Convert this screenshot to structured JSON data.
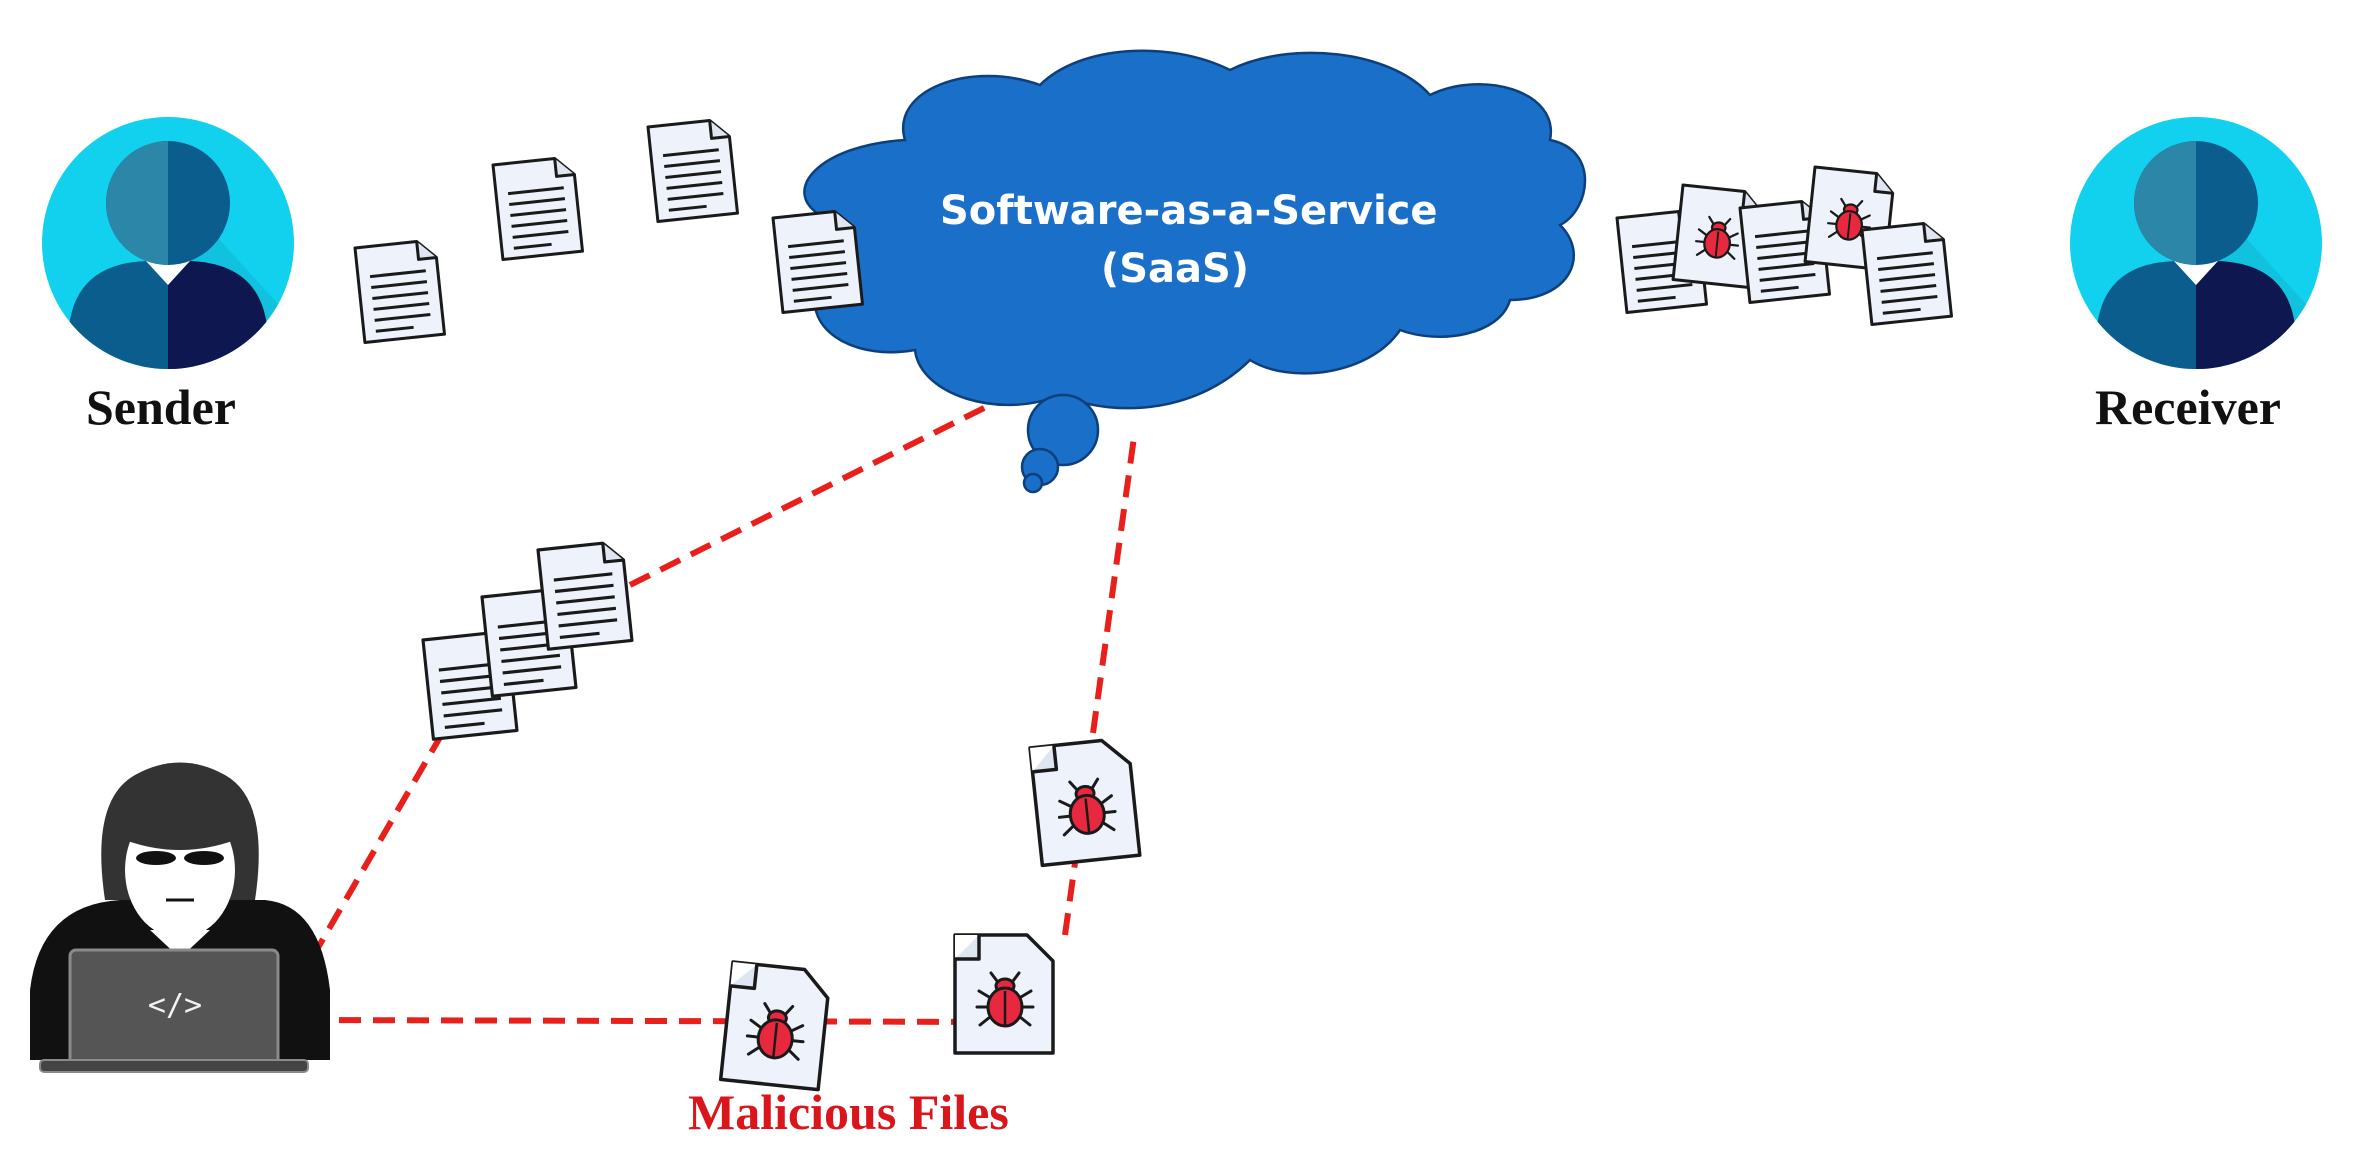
{
  "cloud": {
    "line1": "Software-as-a-Service",
    "line2": "(SaaS)"
  },
  "sender": {
    "label": "Sender"
  },
  "receiver": {
    "label": "Receiver"
  },
  "malicious": {
    "label": "Malicious Files"
  },
  "attacker": {
    "laptop_text": "</>"
  },
  "colors": {
    "cloud_fill": "#1a6fc9",
    "cloud_stroke": "#0d3f7a",
    "avatar_circle": "#12d1ee",
    "avatar_dark": "#0a5d8c",
    "avatar_navy": "#0e1750",
    "attack_line": "#e8201c",
    "malicious_text": "#d8161b",
    "bug_red": "#e8283e",
    "document_fill": "#eef3fb"
  },
  "icons": [
    "user-avatar-icon",
    "cloud-icon",
    "document-icon",
    "malware-document-icon",
    "hacker-icon",
    "laptop-icon",
    "bug-icon"
  ]
}
